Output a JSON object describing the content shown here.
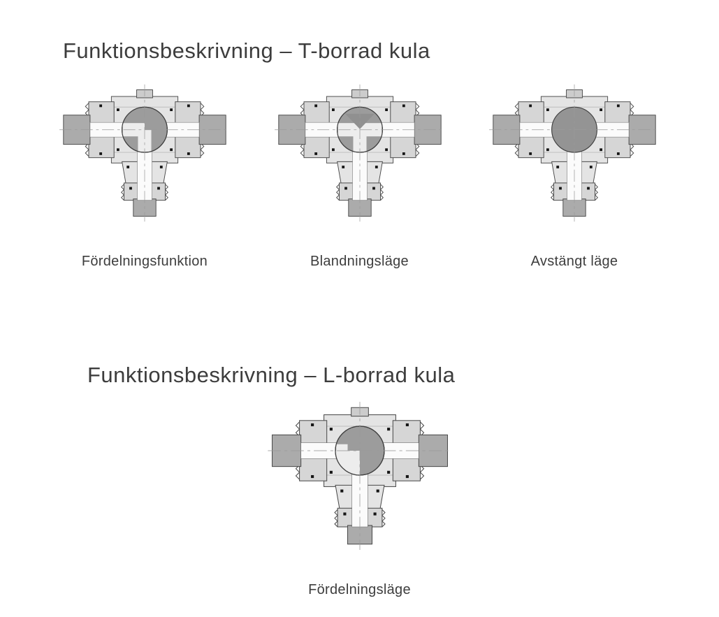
{
  "page": {
    "background": "#ffffff",
    "text_color": "#3d3d3d"
  },
  "palette": {
    "outline": "#4a4a4a",
    "housing": "#e4e4e4",
    "union_nut": "#d6d6d6",
    "pipe_stub": "#ababab",
    "ball": "#9c9c9c",
    "bore": "#fbfbfb",
    "oring": "#161616",
    "centerline": "#9a9a9a"
  },
  "sections": [
    {
      "heading": "Funktionsbeskrivning – T-borrad kula",
      "figures": [
        {
          "caption": "Fördelningsfunktion",
          "mode": "t-distribution"
        },
        {
          "caption": "Blandningsläge",
          "mode": "t-mixing"
        },
        {
          "caption": "Avstängt läge",
          "mode": "t-closed"
        }
      ]
    },
    {
      "heading": "Funktionsbeskrivning – L-borrad kula",
      "figures": [
        {
          "caption": "Fördelningsläge",
          "mode": "l-distribution"
        }
      ]
    }
  ]
}
